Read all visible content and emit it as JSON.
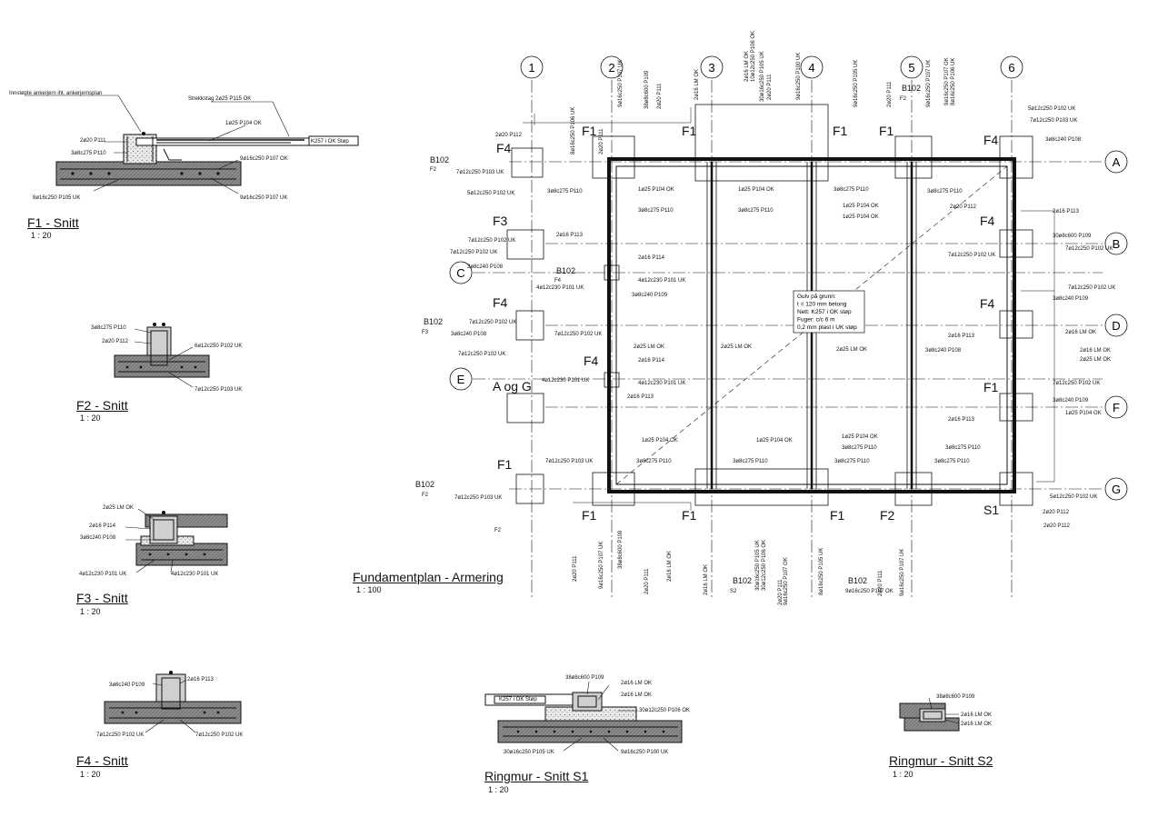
{
  "sections": [
    {
      "id": "f1",
      "title": "F1 - Snitt",
      "scale": "1 : 20"
    },
    {
      "id": "f2",
      "title": "F2 - Snitt",
      "scale": "1 : 20"
    },
    {
      "id": "f3",
      "title": "F3 - Snitt",
      "scale": "1 : 20"
    },
    {
      "id": "f4",
      "title": "F4 - Snitt",
      "scale": "1 : 20"
    },
    {
      "id": "plan",
      "title": "Fundamentplan - Armering",
      "scale": "1 : 100"
    },
    {
      "id": "s1",
      "title": "Ringmur - Snitt S1",
      "scale": "1 : 20"
    },
    {
      "id": "s2",
      "title": "Ringmur - Snitt S2",
      "scale": "1 : 20"
    }
  ],
  "grid": {
    "columns": [
      "1",
      "2",
      "3",
      "4",
      "5",
      "6"
    ],
    "rows": [
      "A",
      "B",
      "C",
      "D",
      "E",
      "F",
      "G"
    ]
  },
  "notes": {
    "floor": [
      "Gulv på grunn:",
      "t = 120 mm betong",
      "Nett: K257 i OK støp",
      "Fuger: c/c 6 m",
      "0,2 mm plast i UK støp"
    ]
  },
  "labels": [
    {
      "t": "Innstøpte ankerjern iht. ankerjernsplan"
    },
    {
      "t": "Strekkstag 2ø25 P115 OK"
    },
    {
      "t": "1ø25 P104 OK"
    },
    {
      "t": "2ø20 P111"
    },
    {
      "t": "3ø8c275 P110"
    },
    {
      "t": "9ø16c250 P107 OK"
    },
    {
      "t": "9ø16c250 P107 UK"
    },
    {
      "t": "8ø16c250 P105 UK"
    },
    {
      "t": "K257 i OK Støp"
    },
    {
      "t": "3ø8c275 P110"
    },
    {
      "t": "2ø20 P112"
    },
    {
      "t": "6ø12c250 P102 UK"
    },
    {
      "t": "7ø12c250 P103 UK"
    },
    {
      "t": "2ø25 LM OK"
    },
    {
      "t": "2ø16 P114"
    },
    {
      "t": "3ø8c240 P108"
    },
    {
      "t": "4ø12c230 P101 UK"
    },
    {
      "t": "4ø12c230 P101 UK"
    },
    {
      "t": "3ø8c240 P109"
    },
    {
      "t": "2ø16 P113"
    },
    {
      "t": "7ø12c250 P102 UK"
    },
    {
      "t": "7ø12c250 P102 UK"
    },
    {
      "t": "38ø8c600 P109"
    },
    {
      "t": "2ø16 LM OK"
    },
    {
      "t": "2ø16 LM OK"
    },
    {
      "t": "30ø12c250 P106 OK"
    },
    {
      "t": "K257 i OK Støp"
    },
    {
      "t": "30ø16c250 P105 UK"
    },
    {
      "t": "9ø16c250 P100 UK"
    },
    {
      "t": "38ø8c600 P109"
    },
    {
      "t": "2ø16 LM OK"
    },
    {
      "t": "2ø16 LM OK"
    },
    {
      "t": "2ø20 P112"
    },
    {
      "t": "7ø12c250 P103 UK"
    },
    {
      "t": "5ø12c250 P102 UK"
    },
    {
      "t": "3ø8c275 P110"
    },
    {
      "t": "1ø25 P104 OK"
    },
    {
      "t": "3ø8c275 P110"
    },
    {
      "t": "1ø25 P104 OK"
    },
    {
      "t": "3ø8c275 P110"
    },
    {
      "t": "1ø25 P104 OK"
    },
    {
      "t": "1ø25 P104 OK"
    },
    {
      "t": "3ø8c275 P110"
    },
    {
      "t": "3ø8c275 P110"
    },
    {
      "t": "2ø20 P112"
    },
    {
      "t": "5ø12c250 P102 UK"
    },
    {
      "t": "7ø12c250 P103 UK"
    },
    {
      "t": "3ø8c240 P108"
    },
    {
      "t": "2ø16 P113"
    },
    {
      "t": "7ø12c250 P102 UK"
    },
    {
      "t": "7ø12c250 P102 UK"
    },
    {
      "t": "3ø8c240 P108"
    },
    {
      "t": "2ø16 P114"
    },
    {
      "t": "4ø12c230 P101 UK"
    },
    {
      "t": "4ø12c230 P101 UK"
    },
    {
      "t": "3ø8c240 P109"
    },
    {
      "t": "7ø12c250 P102 UK"
    },
    {
      "t": "2ø16 P113"
    },
    {
      "t": "7ø12c250 P102 UK"
    },
    {
      "t": "30ø8c600 P109"
    },
    {
      "t": "7ø12c250 P102 UK"
    },
    {
      "t": "3ø8c240 P109"
    },
    {
      "t": "2ø16 P113"
    },
    {
      "t": "2ø16 LM OK"
    },
    {
      "t": "2ø16 LM OK"
    },
    {
      "t": "2ø25 LM OK"
    },
    {
      "t": "2ø25 LM OK"
    },
    {
      "t": "2ø25 LM OK"
    },
    {
      "t": "2ø25 LM OK"
    },
    {
      "t": "3ø8c240 P108"
    },
    {
      "t": "2ø16 P114"
    },
    {
      "t": "4ø12c230 P101 UK"
    },
    {
      "t": "4ø12c230 P101 UK"
    },
    {
      "t": "2ø16 P113"
    },
    {
      "t": "7ø12c250 P102 UK"
    },
    {
      "t": "3ø8c240 P108"
    },
    {
      "t": "7ø12c250 P102 UK"
    },
    {
      "t": "7ø12c250 P102 UK"
    },
    {
      "t": "7ø12c250 P102 UK"
    },
    {
      "t": "3ø8c240 P109"
    },
    {
      "t": "2ø16 P113"
    },
    {
      "t": "1ø25 P104 OK"
    },
    {
      "t": "1ø25 P104 OK"
    },
    {
      "t": "1ø25 P104 OK"
    },
    {
      "t": "1ø25 P104 OK"
    },
    {
      "t": "3ø8c275 P110"
    },
    {
      "t": "3ø8c275 P110"
    },
    {
      "t": "3ø8c275 P110"
    },
    {
      "t": "3ø8c275 P110"
    },
    {
      "t": "3ø8c275 P110"
    },
    {
      "t": "3ø8c275 P110"
    },
    {
      "t": "7ø12c250 P103 UK"
    },
    {
      "t": "7ø12c250 P103 UK"
    },
    {
      "t": "5ø12c250 P102 UK"
    },
    {
      "t": "2ø20 P112"
    },
    {
      "t": "2ø20 P112"
    },
    {
      "t": "F2"
    },
    {
      "t": "B102"
    },
    {
      "t": "F2"
    },
    {
      "t": "F4"
    },
    {
      "t": "F3"
    },
    {
      "t": "B102"
    },
    {
      "t": "F4"
    },
    {
      "t": "F4"
    },
    {
      "t": "B102"
    },
    {
      "t": "F3"
    },
    {
      "t": "F4"
    },
    {
      "t": "A og G"
    },
    {
      "t": "B102"
    },
    {
      "t": "F2"
    },
    {
      "t": "F1"
    },
    {
      "t": "F1"
    },
    {
      "t": "F1"
    },
    {
      "t": "F1"
    },
    {
      "t": "F1"
    },
    {
      "t": "B102"
    },
    {
      "t": "F2"
    },
    {
      "t": "F4"
    },
    {
      "t": "F4"
    },
    {
      "t": "F4"
    },
    {
      "t": "F1"
    },
    {
      "t": "F1"
    },
    {
      "t": "F1"
    },
    {
      "t": "F1"
    },
    {
      "t": "F2"
    },
    {
      "t": "S1"
    },
    {
      "t": "B102"
    },
    {
      "t": "S2"
    },
    {
      "t": "B102"
    },
    {
      "t": "9ø16c250 P107 OK"
    },
    {
      "t": "8ø16c250 P106 UK"
    },
    {
      "t": "2ø20 P111"
    },
    {
      "t": "9ø16c250 P107 UK"
    },
    {
      "t": "38ø8c600 P109"
    },
    {
      "t": "2ø20 P111"
    },
    {
      "t": "2ø16 LM OK"
    },
    {
      "t": "2ø16 LM OK"
    },
    {
      "t": "10ø12c250 P106 OK"
    },
    {
      "t": "30ø16c250 P105 UK"
    },
    {
      "t": "2ø20 P111"
    },
    {
      "t": "9ø16c250 P100 UK"
    },
    {
      "t": "9ø16c250 P105 UK"
    },
    {
      "t": "2ø20 P111"
    },
    {
      "t": "9ø16c250 P107 UK"
    },
    {
      "t": "9ø16c250 P107 OK"
    },
    {
      "t": "8ø16c250 P106 UK"
    },
    {
      "t": "2ø20 P111"
    },
    {
      "t": "9ø16c250 P107 UK"
    },
    {
      "t": "38ø8c600 P109"
    },
    {
      "t": "2ø20 P111"
    },
    {
      "t": "2ø16 LM OK"
    },
    {
      "t": "2ø16 LM OK"
    },
    {
      "t": "30ø16c250 P105 UK"
    },
    {
      "t": "30ø12c250 P106 OK"
    },
    {
      "t": "2ø20 P111"
    },
    {
      "t": "9ø16c250 P107 OK"
    },
    {
      "t": "8ø16c250 P105 UK"
    },
    {
      "t": "2ø20 P111"
    },
    {
      "t": "9ø16c250 P107 UK"
    }
  ]
}
